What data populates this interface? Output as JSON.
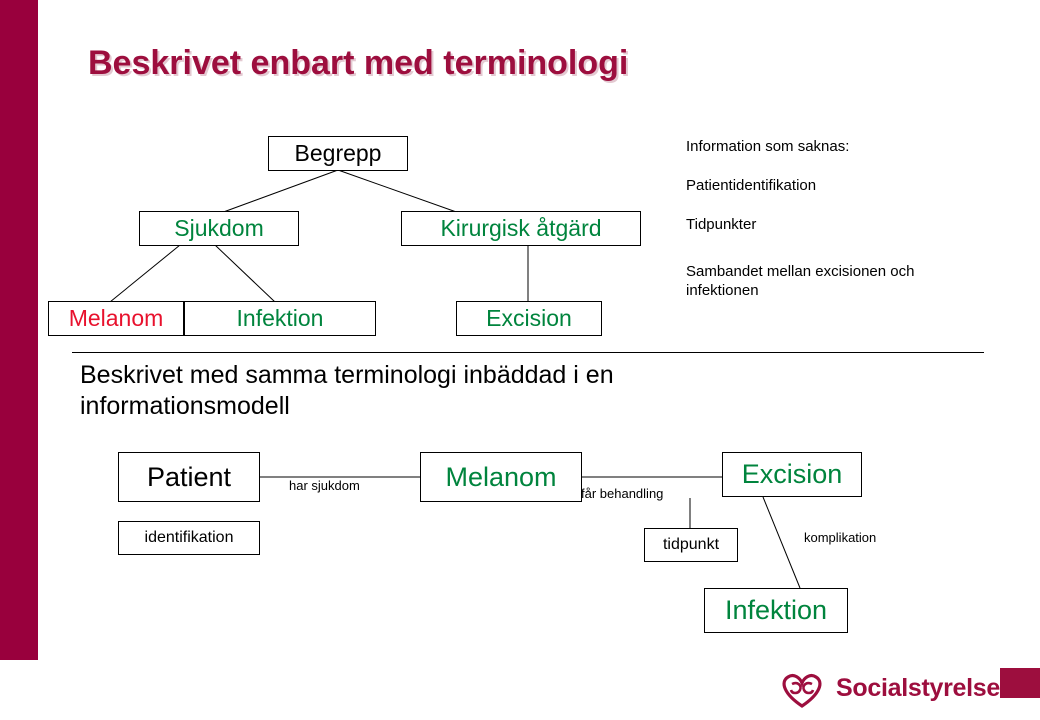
{
  "slide": {
    "title": "Beskrivet enbart med terminologi",
    "subtitle": "Beskrivet med samma terminologi inbäddad i en informationsmodell"
  },
  "terminology_diagram": {
    "nodes": [
      {
        "id": "begrepp",
        "label": "Begrepp",
        "color": "black"
      },
      {
        "id": "sjukdom",
        "label": "Sjukdom",
        "color": "green"
      },
      {
        "id": "kirurgisk",
        "label": "Kirurgisk åtgärd",
        "color": "green"
      },
      {
        "id": "melanom",
        "label": "Melanom",
        "color": "red"
      },
      {
        "id": "infektion",
        "label": "Infektion",
        "color": "green"
      },
      {
        "id": "excision",
        "label": "Excision",
        "color": "green"
      }
    ],
    "edges": [
      {
        "from": "begrepp",
        "to": "sjukdom"
      },
      {
        "from": "begrepp",
        "to": "kirurgisk"
      },
      {
        "from": "sjukdom",
        "to": "melanom"
      },
      {
        "from": "sjukdom",
        "to": "infektion"
      },
      {
        "from": "kirurgisk",
        "to": "excision"
      }
    ]
  },
  "missing_info": {
    "heading": "Information som saknas:",
    "items": [
      "Patientidentifikation",
      "Tidpunkter",
      "Sambandet mellan excisionen och infektionen"
    ]
  },
  "model_diagram": {
    "nodes": [
      {
        "id": "patient",
        "label": "Patient",
        "color": "black"
      },
      {
        "id": "identifikation",
        "label": "identifikation",
        "color": "black"
      },
      {
        "id": "melanom",
        "label": "Melanom",
        "color": "green"
      },
      {
        "id": "excision",
        "label": "Excision",
        "color": "green"
      },
      {
        "id": "tidpunkt",
        "label": "tidpunkt",
        "color": "black"
      },
      {
        "id": "infektion",
        "label": "Infektion",
        "color": "green"
      }
    ],
    "edge_labels": [
      {
        "id": "har-sjukdom",
        "label": "har sjukdom"
      },
      {
        "id": "far-behandling",
        "label": "får behandling"
      },
      {
        "id": "komplikation",
        "label": "komplikation"
      }
    ]
  },
  "footer": {
    "logo_text": "Socialstyrelsen",
    "logo_mark": "socialstyrelsen-logo-icon"
  },
  "colors": {
    "brand": "#9d0e3e",
    "green": "#00843d",
    "red": "#e8112d"
  }
}
